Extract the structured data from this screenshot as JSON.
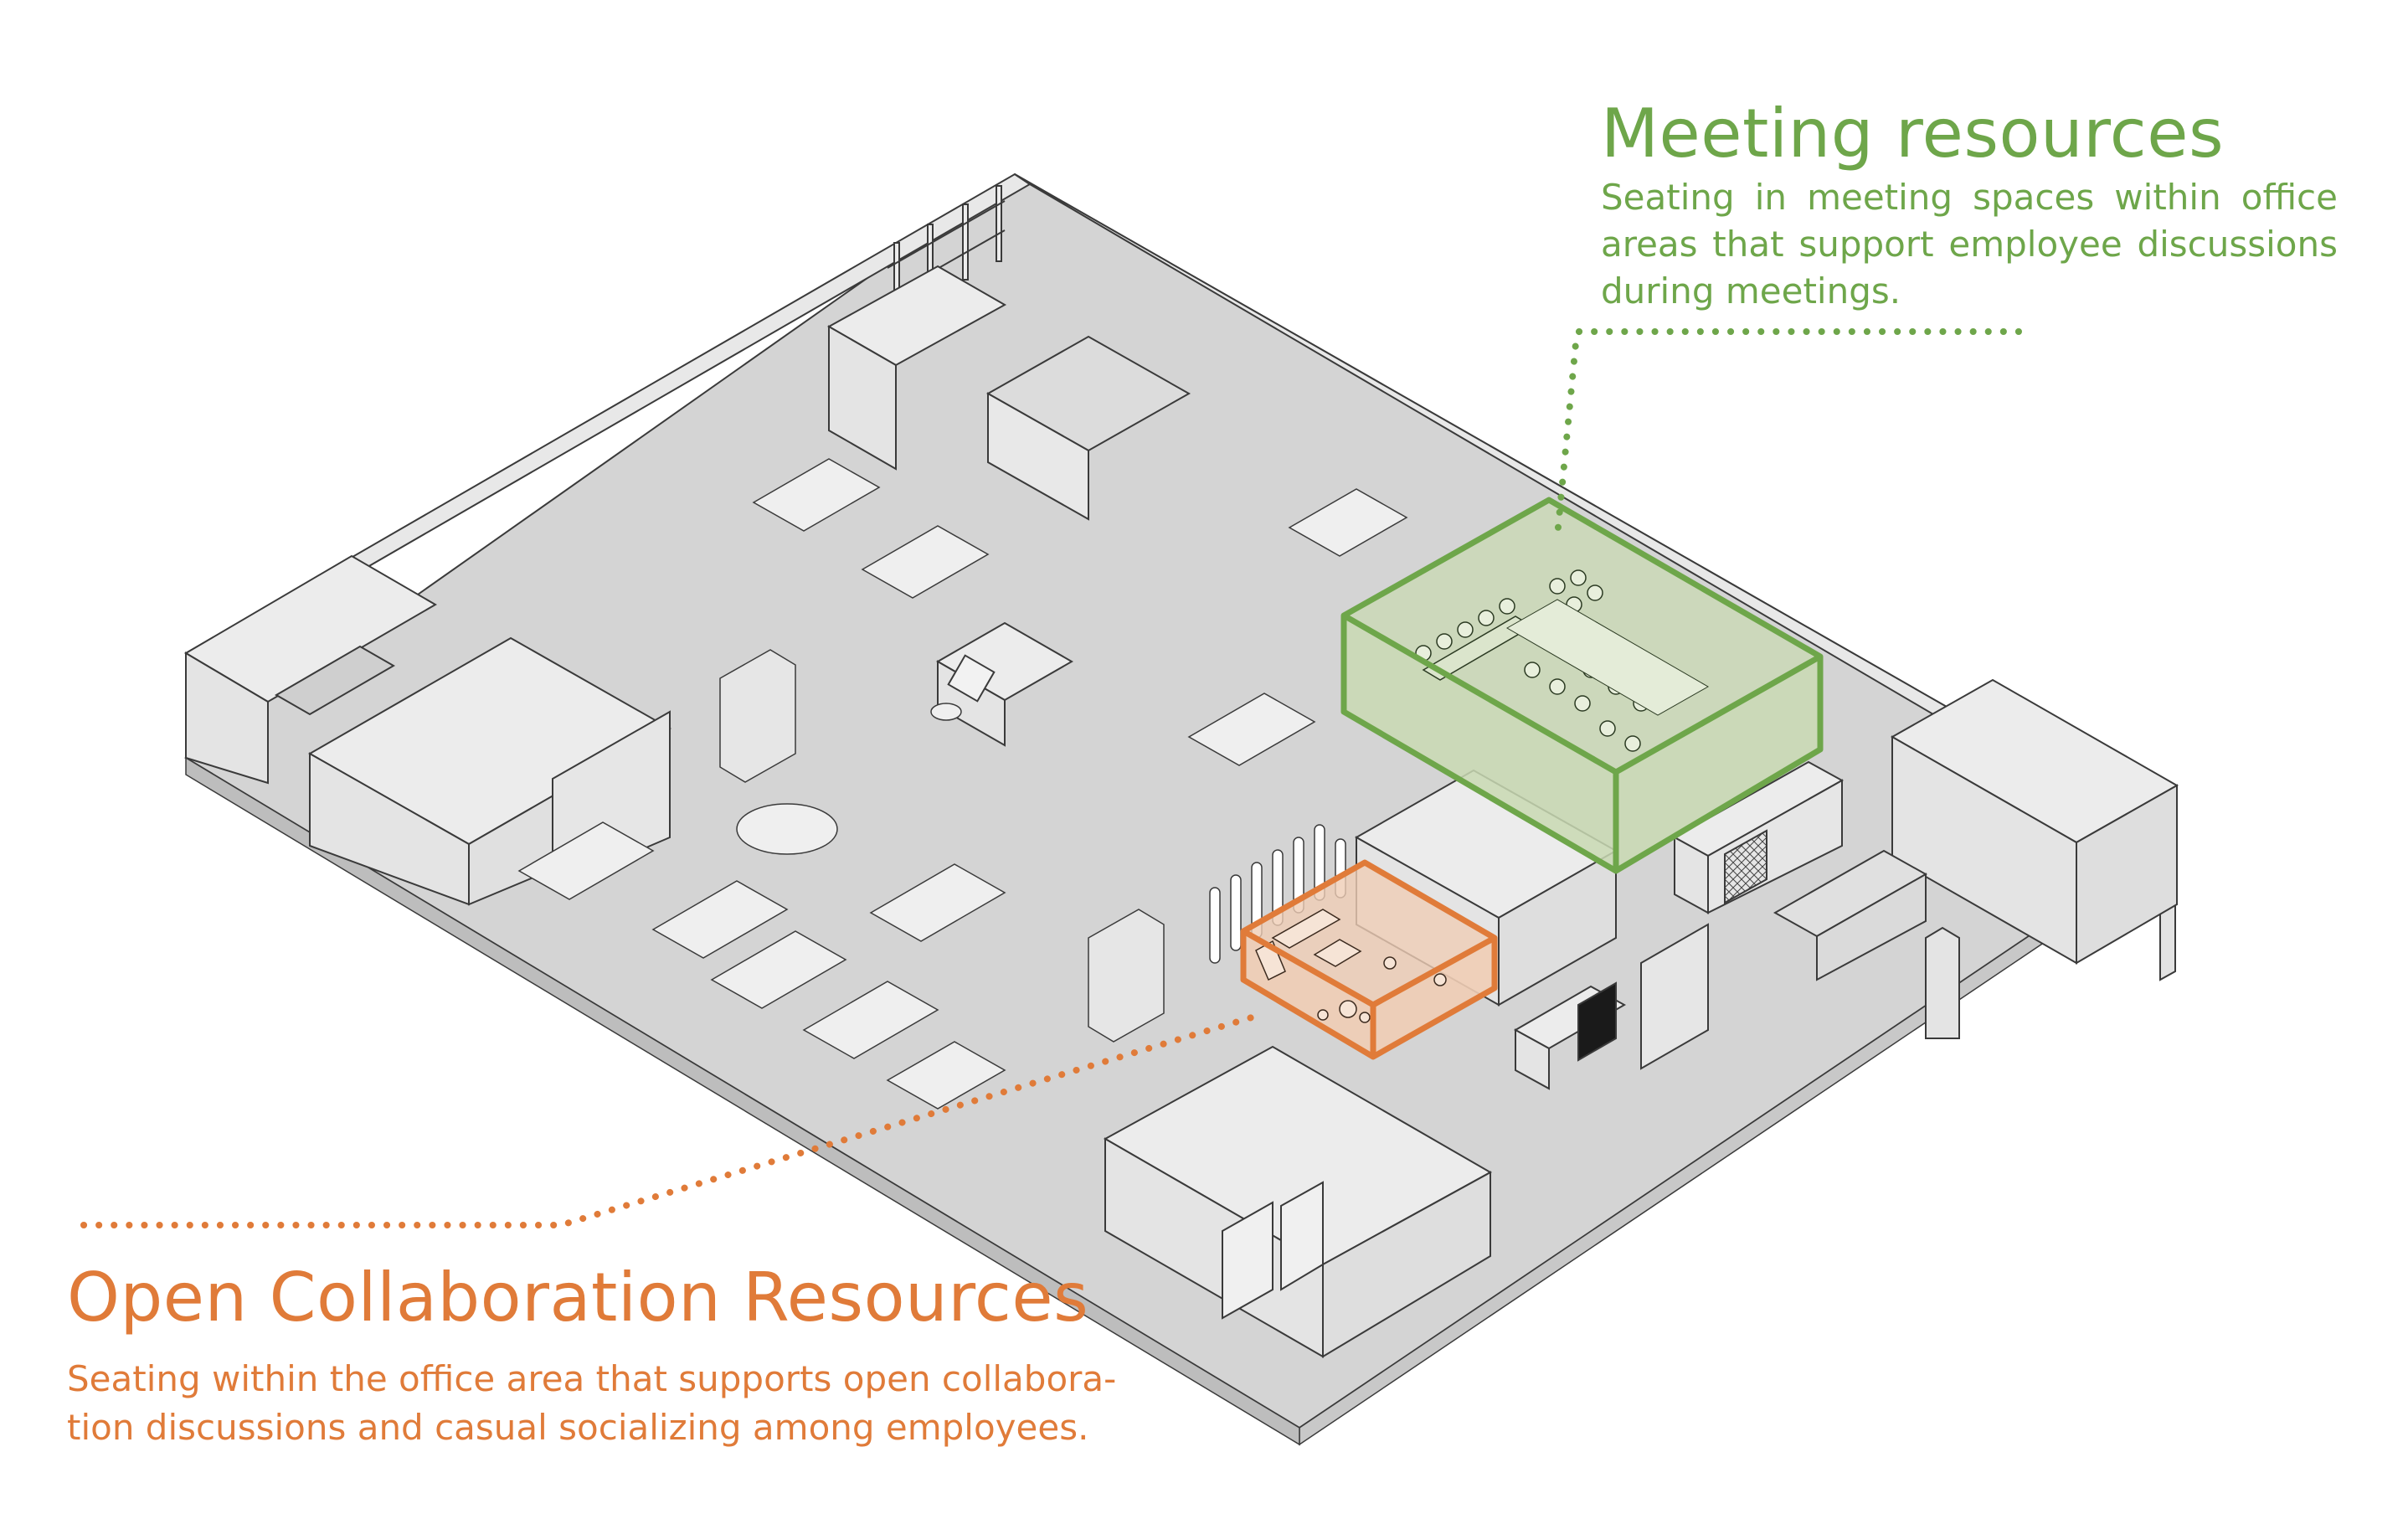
{
  "diagram": {
    "type": "isometric office floor plan with highlighted seating zones",
    "palette": {
      "meeting_accent": "#6ea64a",
      "meeting_fill": "#c9d9b3",
      "collab_accent": "#e07b39",
      "collab_fill": "#efcdb5",
      "floor": "#d4d4d4",
      "wall": "#e8e8e8",
      "wall_top": "#ededed",
      "line": "#3a3a3a",
      "background": "#ffffff"
    }
  },
  "callouts": {
    "meeting": {
      "title": "Meeting resources",
      "description": "Seating in meeting spaces within office areas that support employee discussions during meetings.",
      "leader_style": "dotted"
    },
    "collaboration": {
      "title": "Open Collaboration Resources",
      "description": "Seating within the office area that supports open collabora- tion discussions and casual socializing among employees.",
      "leader_style": "dotted"
    }
  },
  "zones": [
    {
      "id": "meeting-zone",
      "label": "Meeting resources",
      "furniture": [
        "conference table",
        "task chairs",
        "bar counter"
      ]
    },
    {
      "id": "collab-zone",
      "label": "Open Collaboration Resources",
      "furniture": [
        "sofa",
        "lounge chairs",
        "bar stools",
        "round tables"
      ]
    }
  ]
}
